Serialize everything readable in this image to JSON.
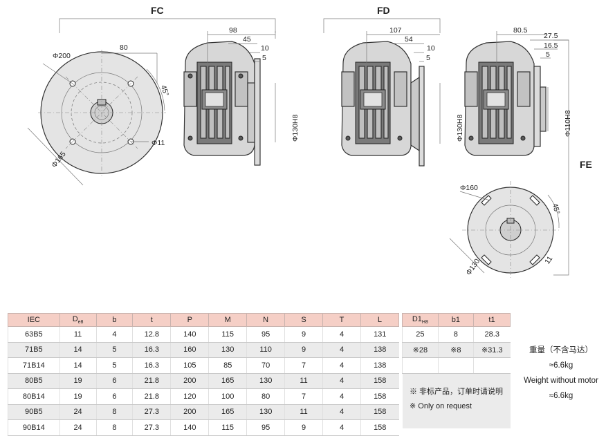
{
  "views": {
    "fc": {
      "label": "FC",
      "dims": {
        "d98": "98",
        "d45": "45",
        "d10": "10",
        "d5": "5",
        "pilot": "Φ130H8",
        "d80": "80",
        "phi200": "Φ200",
        "phi165": "Φ165",
        "phi11": "Φ11",
        "angle": "45°"
      }
    },
    "fd": {
      "label": "FD",
      "dims": {
        "d107": "107",
        "d54": "54",
        "d10": "10",
        "d5": "5",
        "pilot": "Φ130H8"
      }
    },
    "fe": {
      "label": "FE",
      "dims": {
        "d80_5": "80.5",
        "d27_5": "27.5",
        "d16_5": "16.5",
        "d5": "5",
        "pilot": "Φ110H8",
        "phi160": "Φ160",
        "phi130": "Φ130",
        "d11": "11",
        "angle": "45°"
      }
    }
  },
  "table": {
    "headers": [
      "IEC",
      "D",
      "b",
      "t",
      "P",
      "M",
      "N",
      "S",
      "T",
      "L"
    ],
    "d_sub": "e8",
    "rows": [
      [
        "63B5",
        "11",
        "4",
        "12.8",
        "140",
        "115",
        "95",
        "9",
        "4",
        "131"
      ],
      [
        "71B5",
        "14",
        "5",
        "16.3",
        "160",
        "130",
        "110",
        "9",
        "4",
        "138"
      ],
      [
        "71B14",
        "14",
        "5",
        "16.3",
        "105",
        "85",
        "70",
        "7",
        "4",
        "138"
      ],
      [
        "80B5",
        "19",
        "6",
        "21.8",
        "200",
        "165",
        "130",
        "11",
        "4",
        "158"
      ],
      [
        "80B14",
        "19",
        "6",
        "21.8",
        "120",
        "100",
        "80",
        "7",
        "4",
        "158"
      ],
      [
        "90B5",
        "24",
        "8",
        "27.3",
        "200",
        "165",
        "130",
        "11",
        "4",
        "158"
      ],
      [
        "90B14",
        "24",
        "8",
        "27.3",
        "140",
        "115",
        "95",
        "9",
        "4",
        "158"
      ]
    ]
  },
  "side_table": {
    "headers": [
      "D1",
      "b1",
      "t1"
    ],
    "d1_sub": "H8",
    "rows": [
      [
        "25",
        "8",
        "28.3"
      ],
      [
        "※28",
        "※8",
        "※31.3"
      ]
    ]
  },
  "note": {
    "line1": "※ 非标产品，订单时请说明",
    "line2": "※ Only on request"
  },
  "weight": {
    "cn": "重量（不含马达）",
    "cn_value": "≈6.6kg",
    "en": "Weight without motor",
    "en_value": "≈6.6kg"
  }
}
